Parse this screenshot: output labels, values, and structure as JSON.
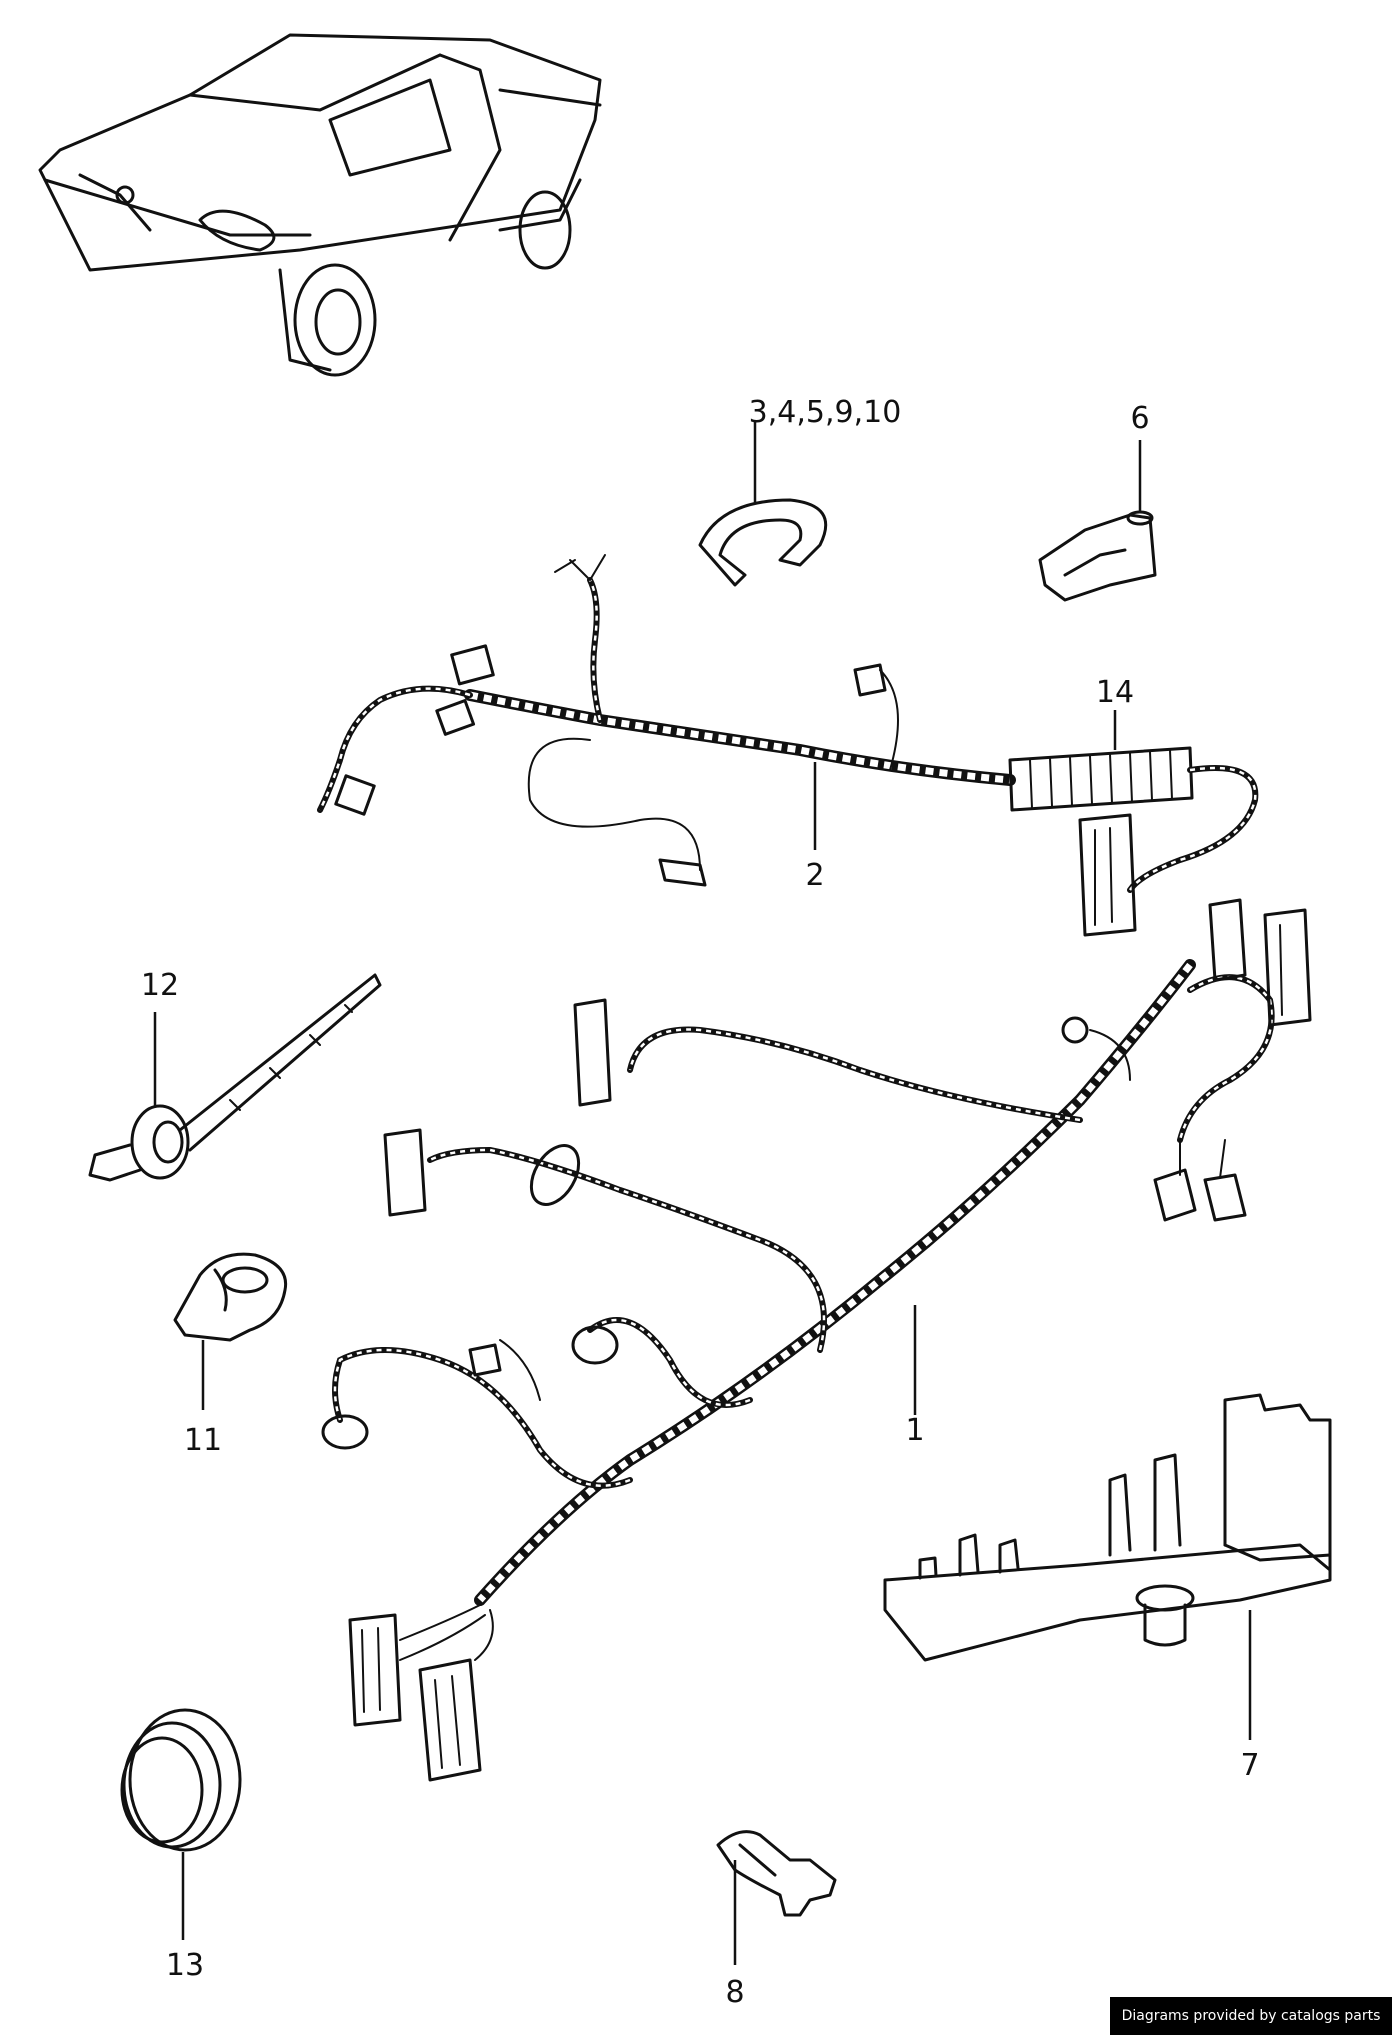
{
  "callouts": {
    "c1": "1",
    "c2": "2",
    "c3": "3,4,5,9,10",
    "c6": "6",
    "c7": "7",
    "c8": "8",
    "c11": "11",
    "c12": "12",
    "c13": "13",
    "c14": "14"
  },
  "footer": {
    "credit": "Diagrams provided by catalogs parts"
  }
}
